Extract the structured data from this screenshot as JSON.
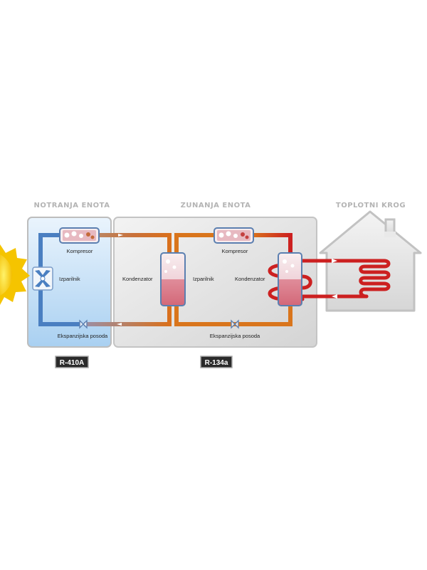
{
  "sections": {
    "indoor": "NOTRANJA ENOTA",
    "outdoor": "ZUNANJA ENOTA",
    "heating": "TOPLOTNI KROG"
  },
  "components": {
    "compressor_1": "Kompresor",
    "evaporator_1": "Izparilnik",
    "expansion_1": "Ekspanzijska posoda",
    "condenser_1": "Kondenzator",
    "evaporator_2": "Izparilnik",
    "compressor_2": "Kompresor",
    "condenser_2": "Kondenzator",
    "expansion_2": "Ekspanzijska posoda"
  },
  "refrigerants": {
    "indoor": "R-410A",
    "outdoor": "R-134a"
  },
  "colors": {
    "cold": "#4a7fc1",
    "warm": "#d9751c",
    "hot": "#cc2020",
    "indoor_bg": "#bcdcf5",
    "outdoor_bg": "#e2e2e2",
    "sun": "#f5c400"
  }
}
